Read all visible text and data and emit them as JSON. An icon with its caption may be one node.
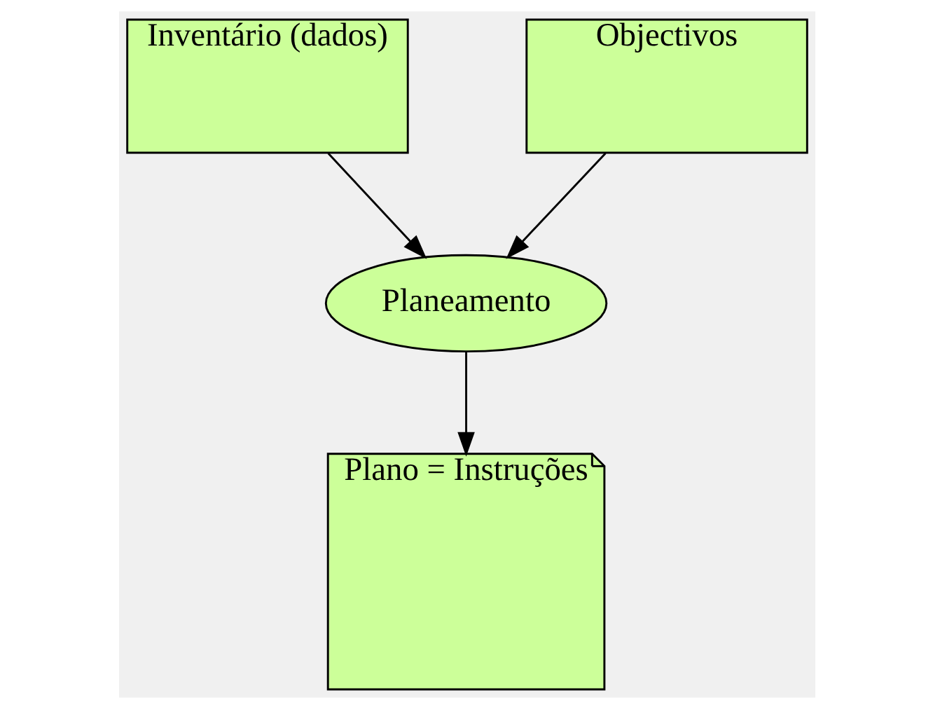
{
  "diagram": {
    "nodes": [
      {
        "text": [
          "Inventário (dados)"
        ]
      },
      {
        "text": [
          "Objectivos"
        ]
      },
      {
        "text": [
          "Planeamento"
        ]
      },
      {
        "text": [
          "Plano = Instruções"
        ]
      }
    ],
    "edges": [
      {
        "from": 0,
        "to": 2,
        "arrow": "to"
      },
      {
        "from": 1,
        "to": 2,
        "arrow": "to"
      },
      {
        "from": 2,
        "to": 3,
        "arrow": "to"
      }
    ]
  }
}
